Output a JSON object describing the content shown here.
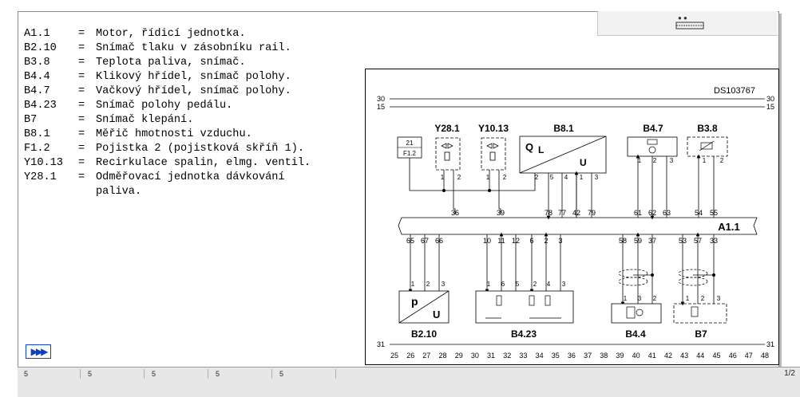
{
  "legend": [
    {
      "code": "A1.1",
      "desc": "Motor, řídicí jednotka."
    },
    {
      "code": "B2.10",
      "desc": "Snímač tlaku v zásobníku rail."
    },
    {
      "code": "B3.8",
      "desc": "Teplota paliva, snímač."
    },
    {
      "code": "B4.4",
      "desc": "Klikový hřídel, snímač polohy."
    },
    {
      "code": "B4.7",
      "desc": "Vačkový hřídel, snímač polohy."
    },
    {
      "code": "B4.23",
      "desc": "Snímač polohy pedálu."
    },
    {
      "code": "B7",
      "desc": "Snímač klepání."
    },
    {
      "code": "B8.1",
      "desc": "Měřič hmotnosti vzduchu."
    },
    {
      "code": "F1.2",
      "desc": "Pojistka 2 (pojistková skříň 1)."
    },
    {
      "code": "Y10.13",
      "desc": "Recirkulace spalin, elmg. ventil."
    },
    {
      "code": "Y28.1",
      "desc": "Odměřovací jednotka dávkování\npaliva."
    }
  ],
  "equals": "=",
  "diagram": {
    "ref": "DS103767",
    "rail_labels": {
      "r30": "30",
      "r15": "15",
      "r31": "31"
    },
    "ecu_label": "A1.1",
    "top_components": {
      "y28": "Y28.1",
      "y10": "Y10.13",
      "b81": "B8.1",
      "b47": "B4.7",
      "b38": "B3.8",
      "fuse_top": "21",
      "fuse_bottom": "F1.2",
      "b81_q": "Q",
      "b81_l": "L",
      "b81_u": "U"
    },
    "bottom_components": {
      "b210": "B2.10",
      "b423": "B4.23",
      "b44": "B4.4",
      "b7": "B7",
      "b210_p": "p",
      "b210_u": "U"
    },
    "ecu_top_pins": [
      "36",
      "39",
      "78",
      "77",
      "42",
      "79",
      "61",
      "62",
      "63",
      "54",
      "55"
    ],
    "ecu_bottom_pins": [
      "65",
      "67",
      "66",
      "10",
      "11",
      "12",
      "6",
      "2",
      "3",
      "58",
      "59",
      "37",
      "53",
      "57",
      "33"
    ],
    "comp_pins": {
      "y28": [
        "1",
        "2"
      ],
      "y10": [
        "1",
        "2"
      ],
      "b81": [
        "2",
        "5",
        "4",
        "1",
        "3"
      ],
      "b47": [
        "1",
        "2",
        "3"
      ],
      "b38": [
        "1",
        "2"
      ],
      "b210": [
        "1",
        "2",
        "3"
      ],
      "b423": [
        "1",
        "6",
        "5",
        "2",
        "4",
        "3"
      ],
      "b44": [
        "1",
        "3",
        "2"
      ],
      "b7": [
        "1",
        "2",
        "3"
      ]
    },
    "bottom_scale": [
      "25",
      "26",
      "27",
      "28",
      "29",
      "30",
      "31",
      "32",
      "33",
      "34",
      "35",
      "36",
      "37",
      "38",
      "39",
      "40",
      "41",
      "42",
      "43",
      "44",
      "45",
      "46",
      "47",
      "48"
    ]
  },
  "nav": {
    "next_label": "▶▶▶"
  },
  "taskbar": {
    "items": [
      "5",
      "5",
      "5",
      "5",
      "5"
    ],
    "page": "1/2"
  }
}
